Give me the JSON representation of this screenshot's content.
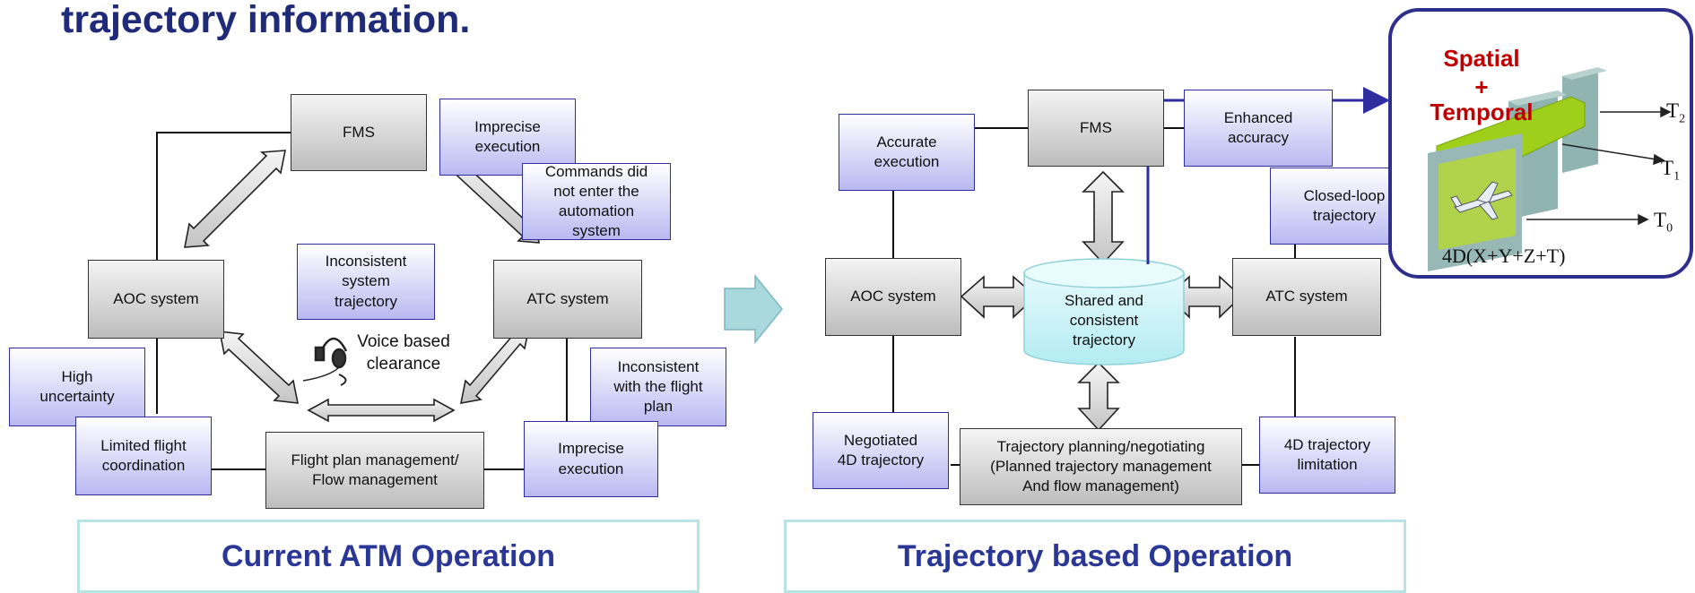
{
  "title": "trajectory information.",
  "left": {
    "fms": "FMS",
    "aoc": "AOC system",
    "atc": "ATC system",
    "flight_plan": "Flight plan management/\nFlow management",
    "imprecise_execution_top": "Imprecise\nexecution",
    "commands": "Commands did\nnot enter the\nautomation\nsystem",
    "inconsistent_system": "Inconsistent\nsystem\ntrajectory",
    "voice": "Voice based\nclearance",
    "high_uncertainty": "High\nuncertainty",
    "limited_flight": "Limited flight\ncoordination",
    "inconsistent_flight_plan": "Inconsistent\nwith the flight\nplan",
    "imprecise_execution_bottom": "Imprecise\nexecution",
    "caption": "Current ATM Operation"
  },
  "right": {
    "fms": "FMS",
    "aoc": "AOC system",
    "atc": "ATC system",
    "shared": "Shared and\nconsistent\ntrajectory",
    "planning": "Trajectory planning/negotiating\n(Planned trajectory management\nAnd flow management)",
    "accurate": "Accurate\nexecution",
    "enhanced": "Enhanced\naccuracy",
    "closed_loop": "Closed-loop\ntrajectory",
    "negotiated": "Negotiated\n4D trajectory",
    "limitation": "4D trajectory\nlimitation",
    "caption": "Trajectory based Operation"
  },
  "inset": {
    "spatial": "Spatial",
    "plus": "+",
    "temporal": "Temporal",
    "t2": "T",
    "t2_sub": "2",
    "t1": "T",
    "t1_sub": "1",
    "t0": "T",
    "t0_sub": "0",
    "formula": "4D(X+Y+Z+T)"
  },
  "colors": {
    "title": "#1f2a78",
    "problem_box_border": "#2e2e9e",
    "caption_text": "#2a3796",
    "caption_border": "#b7e3e6",
    "inset_accent": "#c00000",
    "cylinder": "#ccf2f7"
  }
}
